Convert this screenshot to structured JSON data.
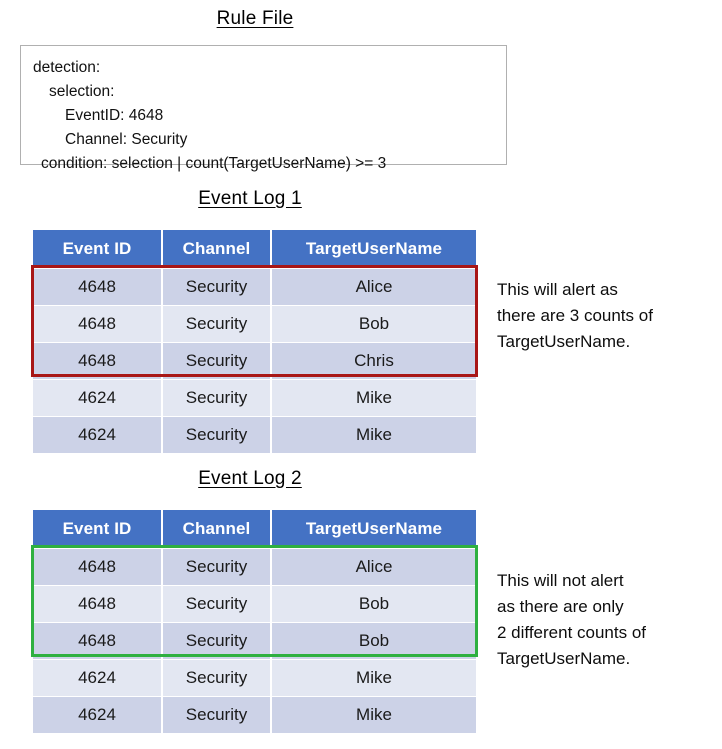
{
  "titles": {
    "rule_file": "Rule File",
    "event_log_1": "Event Log 1",
    "event_log_2": "Event Log 2"
  },
  "rule_file": {
    "lines": [
      "detection:",
      "selection:",
      "EventID: 4648",
      "Channel: Security",
      "condition: selection | count(TargetUserName) >= 3"
    ]
  },
  "colors": {
    "header_blue": "#4472c4",
    "row_dark": "#ccd2e7",
    "row_light": "#e3e7f2",
    "alert_box_red": "#a81616",
    "noalert_box_green": "#2eb040",
    "rule_box_border": "#b0b0b0"
  },
  "table_columns": [
    "Event ID",
    "Channel",
    "TargetUserName"
  ],
  "event_log_1": {
    "columns": [
      "Event ID",
      "Channel",
      "TargetUserName"
    ],
    "rows": [
      [
        "4648",
        "Security",
        "Alice"
      ],
      [
        "4648",
        "Security",
        "Bob"
      ],
      [
        "4648",
        "Security",
        "Chris"
      ],
      [
        "4624",
        "Security",
        "Mike"
      ],
      [
        "4624",
        "Security",
        "Mike"
      ]
    ],
    "highlighted_row_count": 3,
    "highlight_color": "#a81616"
  },
  "event_log_2": {
    "columns": [
      "Event ID",
      "Channel",
      "TargetUserName"
    ],
    "rows": [
      [
        "4648",
        "Security",
        "Alice"
      ],
      [
        "4648",
        "Security",
        "Bob"
      ],
      [
        "4648",
        "Security",
        "Bob"
      ],
      [
        "4624",
        "Security",
        "Mike"
      ],
      [
        "4624",
        "Security",
        "Mike"
      ]
    ],
    "highlighted_row_count": 3,
    "highlight_color": "#2eb040"
  },
  "annotations": {
    "log1": [
      "This will alert as",
      "there are 3 counts of",
      "TargetUserName."
    ],
    "log2": [
      "This will not alert",
      "as there are only",
      "2 different counts of",
      "TargetUserName."
    ]
  }
}
